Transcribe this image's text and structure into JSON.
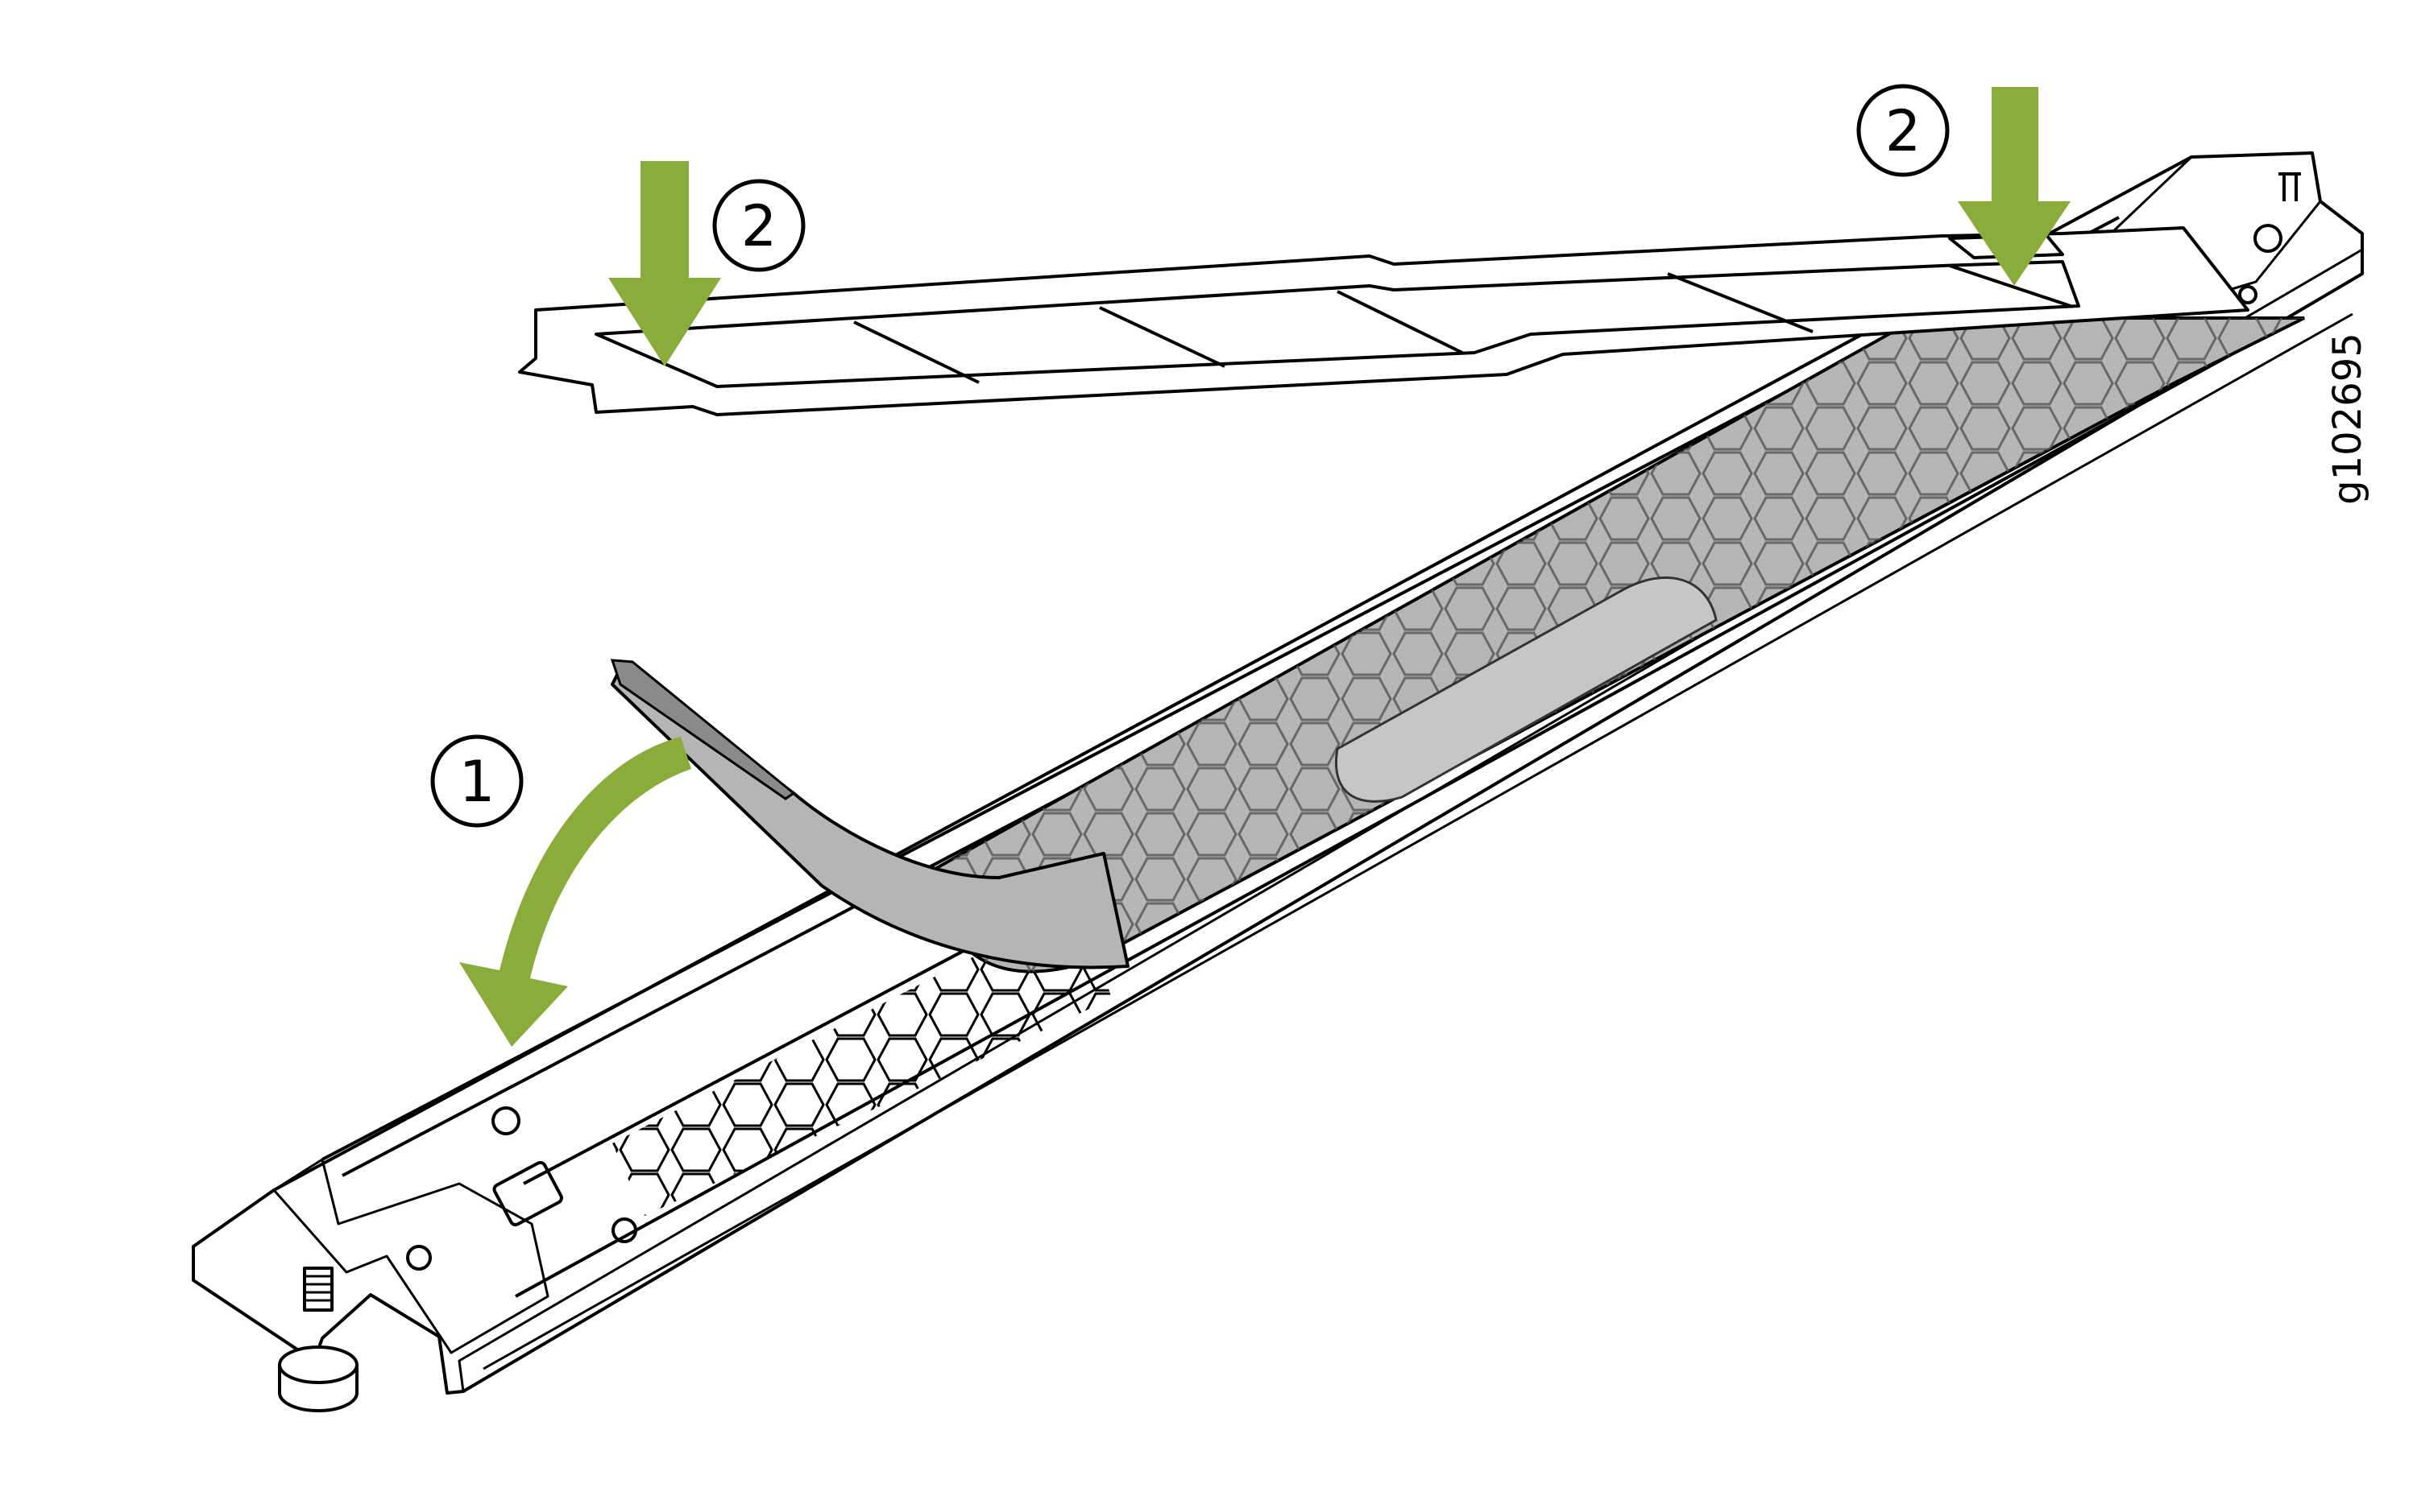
{
  "figure_id": "g102695",
  "callouts": {
    "step1": "1",
    "step2_left": "2",
    "step2_right": "2"
  },
  "colors": {
    "arrow": "#8aac3a",
    "line": "#000000",
    "filter_fill": "#b5b5b5",
    "background": "#ffffff"
  },
  "icons": {
    "curved_arrow": "curved-arrow-icon",
    "down_arrow": "down-arrow-icon"
  }
}
